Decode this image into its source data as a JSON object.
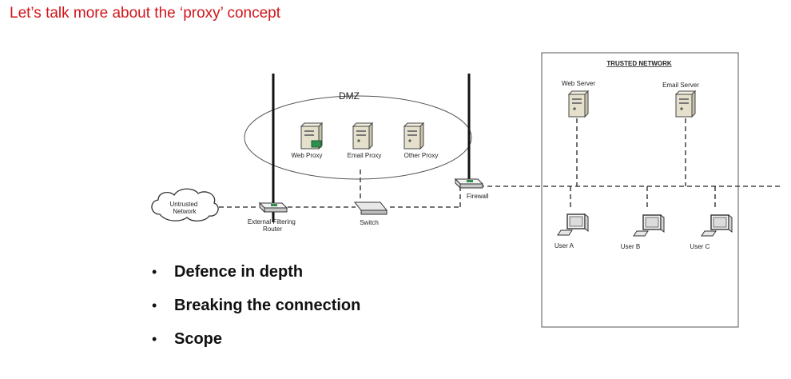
{
  "slide": {
    "title": "Let’s talk more about the ‘proxy’ concept"
  },
  "diagram": {
    "dmz_label": "DMZ",
    "trusted_network_label": "TRUSTED NETWORK",
    "untrusted_network_label": "Untrusted Network",
    "external_router_label": "External Filtering Router",
    "switch_label": "Switch",
    "firewall_label": "Firewall",
    "proxies": [
      "Web Proxy",
      "Email Proxy",
      "Other Proxy"
    ],
    "servers": [
      "Web Server",
      "Email Server"
    ],
    "users": [
      "User A",
      "User B",
      "User C"
    ]
  },
  "bullets": [
    "Defence in depth",
    "Breaking the connection",
    "Scope"
  ]
}
